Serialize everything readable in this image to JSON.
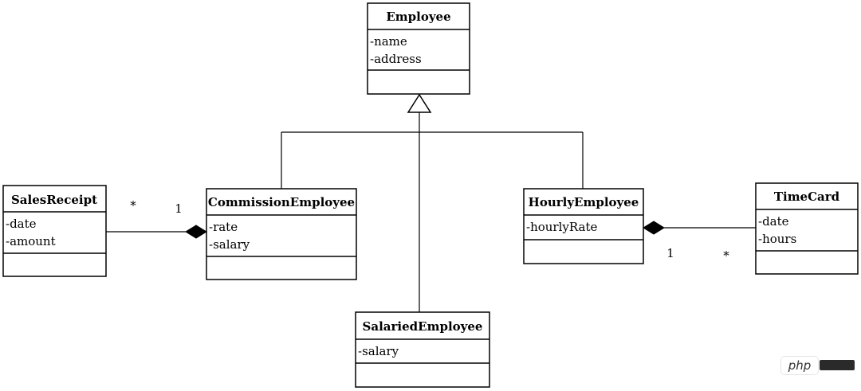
{
  "classes": {
    "employee": {
      "name": "Employee",
      "attributes": [
        "-name",
        "-address"
      ]
    },
    "commission": {
      "name": "CommissionEmployee",
      "attributes": [
        "-rate",
        "-salary"
      ]
    },
    "salaried": {
      "name": "SalariedEmployee",
      "attributes": [
        "-salary"
      ]
    },
    "hourly": {
      "name": "HourlyEmployee",
      "attributes": [
        "-hourlyRate"
      ]
    },
    "salesreceipt": {
      "name": "SalesReceipt",
      "attributes": [
        "-date",
        "-amount"
      ]
    },
    "timecard": {
      "name": "TimeCard",
      "attributes": [
        "-date",
        "-hours"
      ]
    }
  },
  "multiplicities": {
    "salesreceipt_end": "*",
    "commission_end": "1",
    "hourly_end": "1",
    "timecard_end": "*"
  },
  "watermark": {
    "text": "php"
  }
}
